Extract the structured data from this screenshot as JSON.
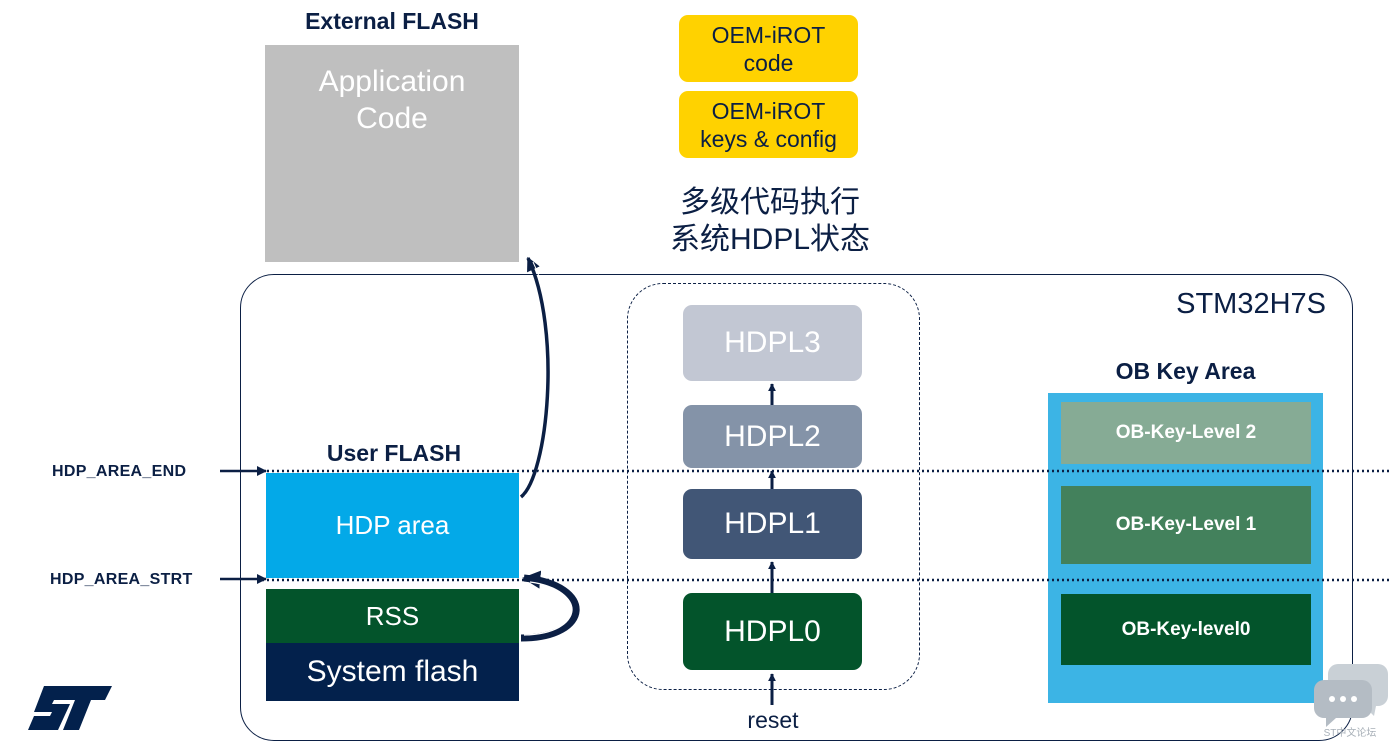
{
  "external_flash": {
    "title": "External  FLASH",
    "line1": "Application",
    "line2": "Code"
  },
  "oem_irot": {
    "code": {
      "line1": "OEM-iROT",
      "line2": "code"
    },
    "keys": {
      "line1": "OEM-iROT",
      "line2": "keys & config"
    }
  },
  "center_title": {
    "line1": "多级代码执行",
    "line2": "系统HDPL状态"
  },
  "chip": {
    "label": "STM32H7S"
  },
  "user_flash": {
    "title": "User  FLASH",
    "hdp_area": "HDP area",
    "rss": "RSS",
    "system_flash": "System flash"
  },
  "markers": {
    "hdp_area_end": "HDP_AREA_END",
    "hdp_area_strt": "HDP_AREA_STRT"
  },
  "hdpl_levels": {
    "hdpl3": "HDPL3",
    "hdpl2": "HDPL2",
    "hdpl1": "HDPL1",
    "hdpl0": "HDPL0",
    "reset": "reset"
  },
  "ob_key_area": {
    "title": "OB Key Area",
    "level2": "OB-Key-Level 2",
    "level1": "OB-Key-Level 1",
    "level0": "OB-Key-level0"
  },
  "logo": {
    "name": "st-logo-icon"
  },
  "watermark": {
    "text": "ST中文论坛",
    "icon": "chat-bubble-icon"
  },
  "colors": {
    "navy": "#0b1f44",
    "hdp_area": "#03a9e8",
    "dark_green": "#03542b",
    "system_flash": "#03214c",
    "oem_irot": "#ffd200",
    "ob_area": "#3cb4e5",
    "external_flash": "#bfbfbf"
  }
}
